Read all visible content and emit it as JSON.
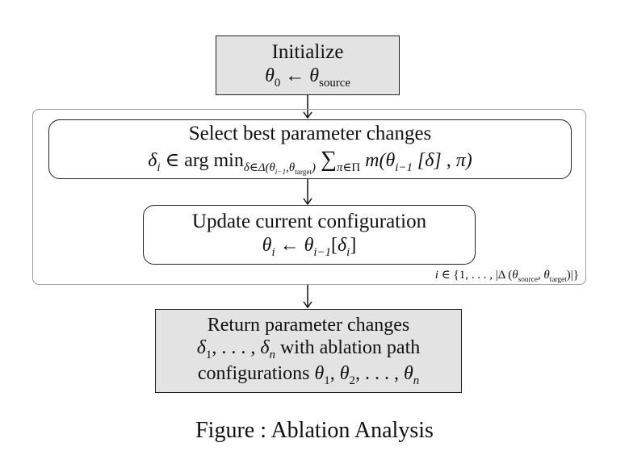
{
  "nodes": {
    "initialize": {
      "title": "Initialize",
      "formula": "θ₀ ← θsource"
    },
    "select": {
      "title": "Select best parameter changes",
      "formula": "δi ∈ arg minδ∈Δ(θi−1,θtarget) ∑π∈Π m(θi−1 [δ] , π)"
    },
    "update": {
      "title": "Update current configuration",
      "formula": "θi ← θi−1[δi]"
    },
    "return": {
      "line1": "Return parameter changes",
      "line2": "δ1, . . . , δn with ablation path",
      "line3": "configurations θ1, θ2, . . . , θn"
    }
  },
  "loop_label": "i ∈ {1, . . . , |Δ (θsource, θtarget)|}",
  "caption": "Figure   : Ablation Analysis"
}
